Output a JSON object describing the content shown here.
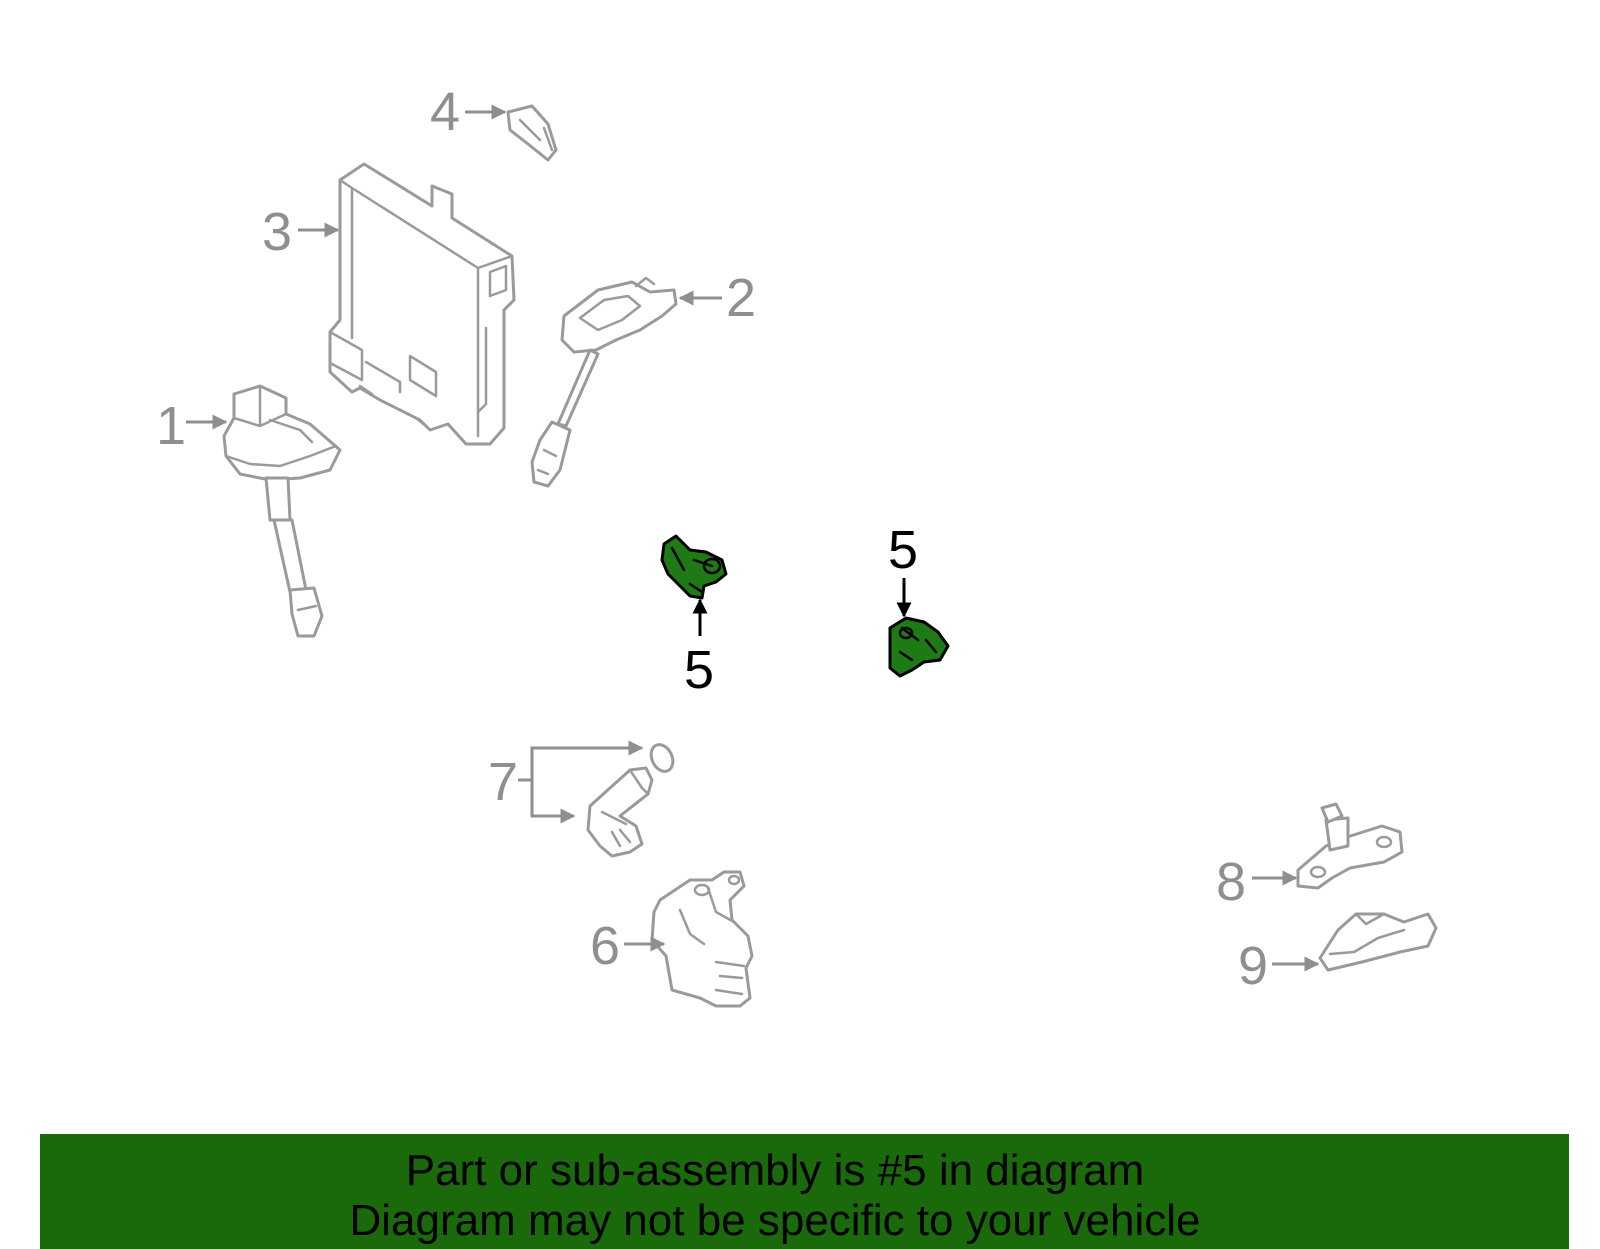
{
  "diagram": {
    "callouts": {
      "c1": "1",
      "c2": "2",
      "c3": "3",
      "c4": "4",
      "c5a": "5",
      "c5b": "5",
      "c6": "6",
      "c7": "7",
      "c8": "8",
      "c9": "9"
    },
    "highlighted_part": "5",
    "colors": {
      "highlight": "#1d7a15",
      "part_outline": "#9a9a9a",
      "banner": "#1a6a0c"
    }
  },
  "banner": {
    "line1": "Part or sub-assembly is #5 in diagram",
    "line2": "Diagram may not be specific to your vehicle"
  }
}
